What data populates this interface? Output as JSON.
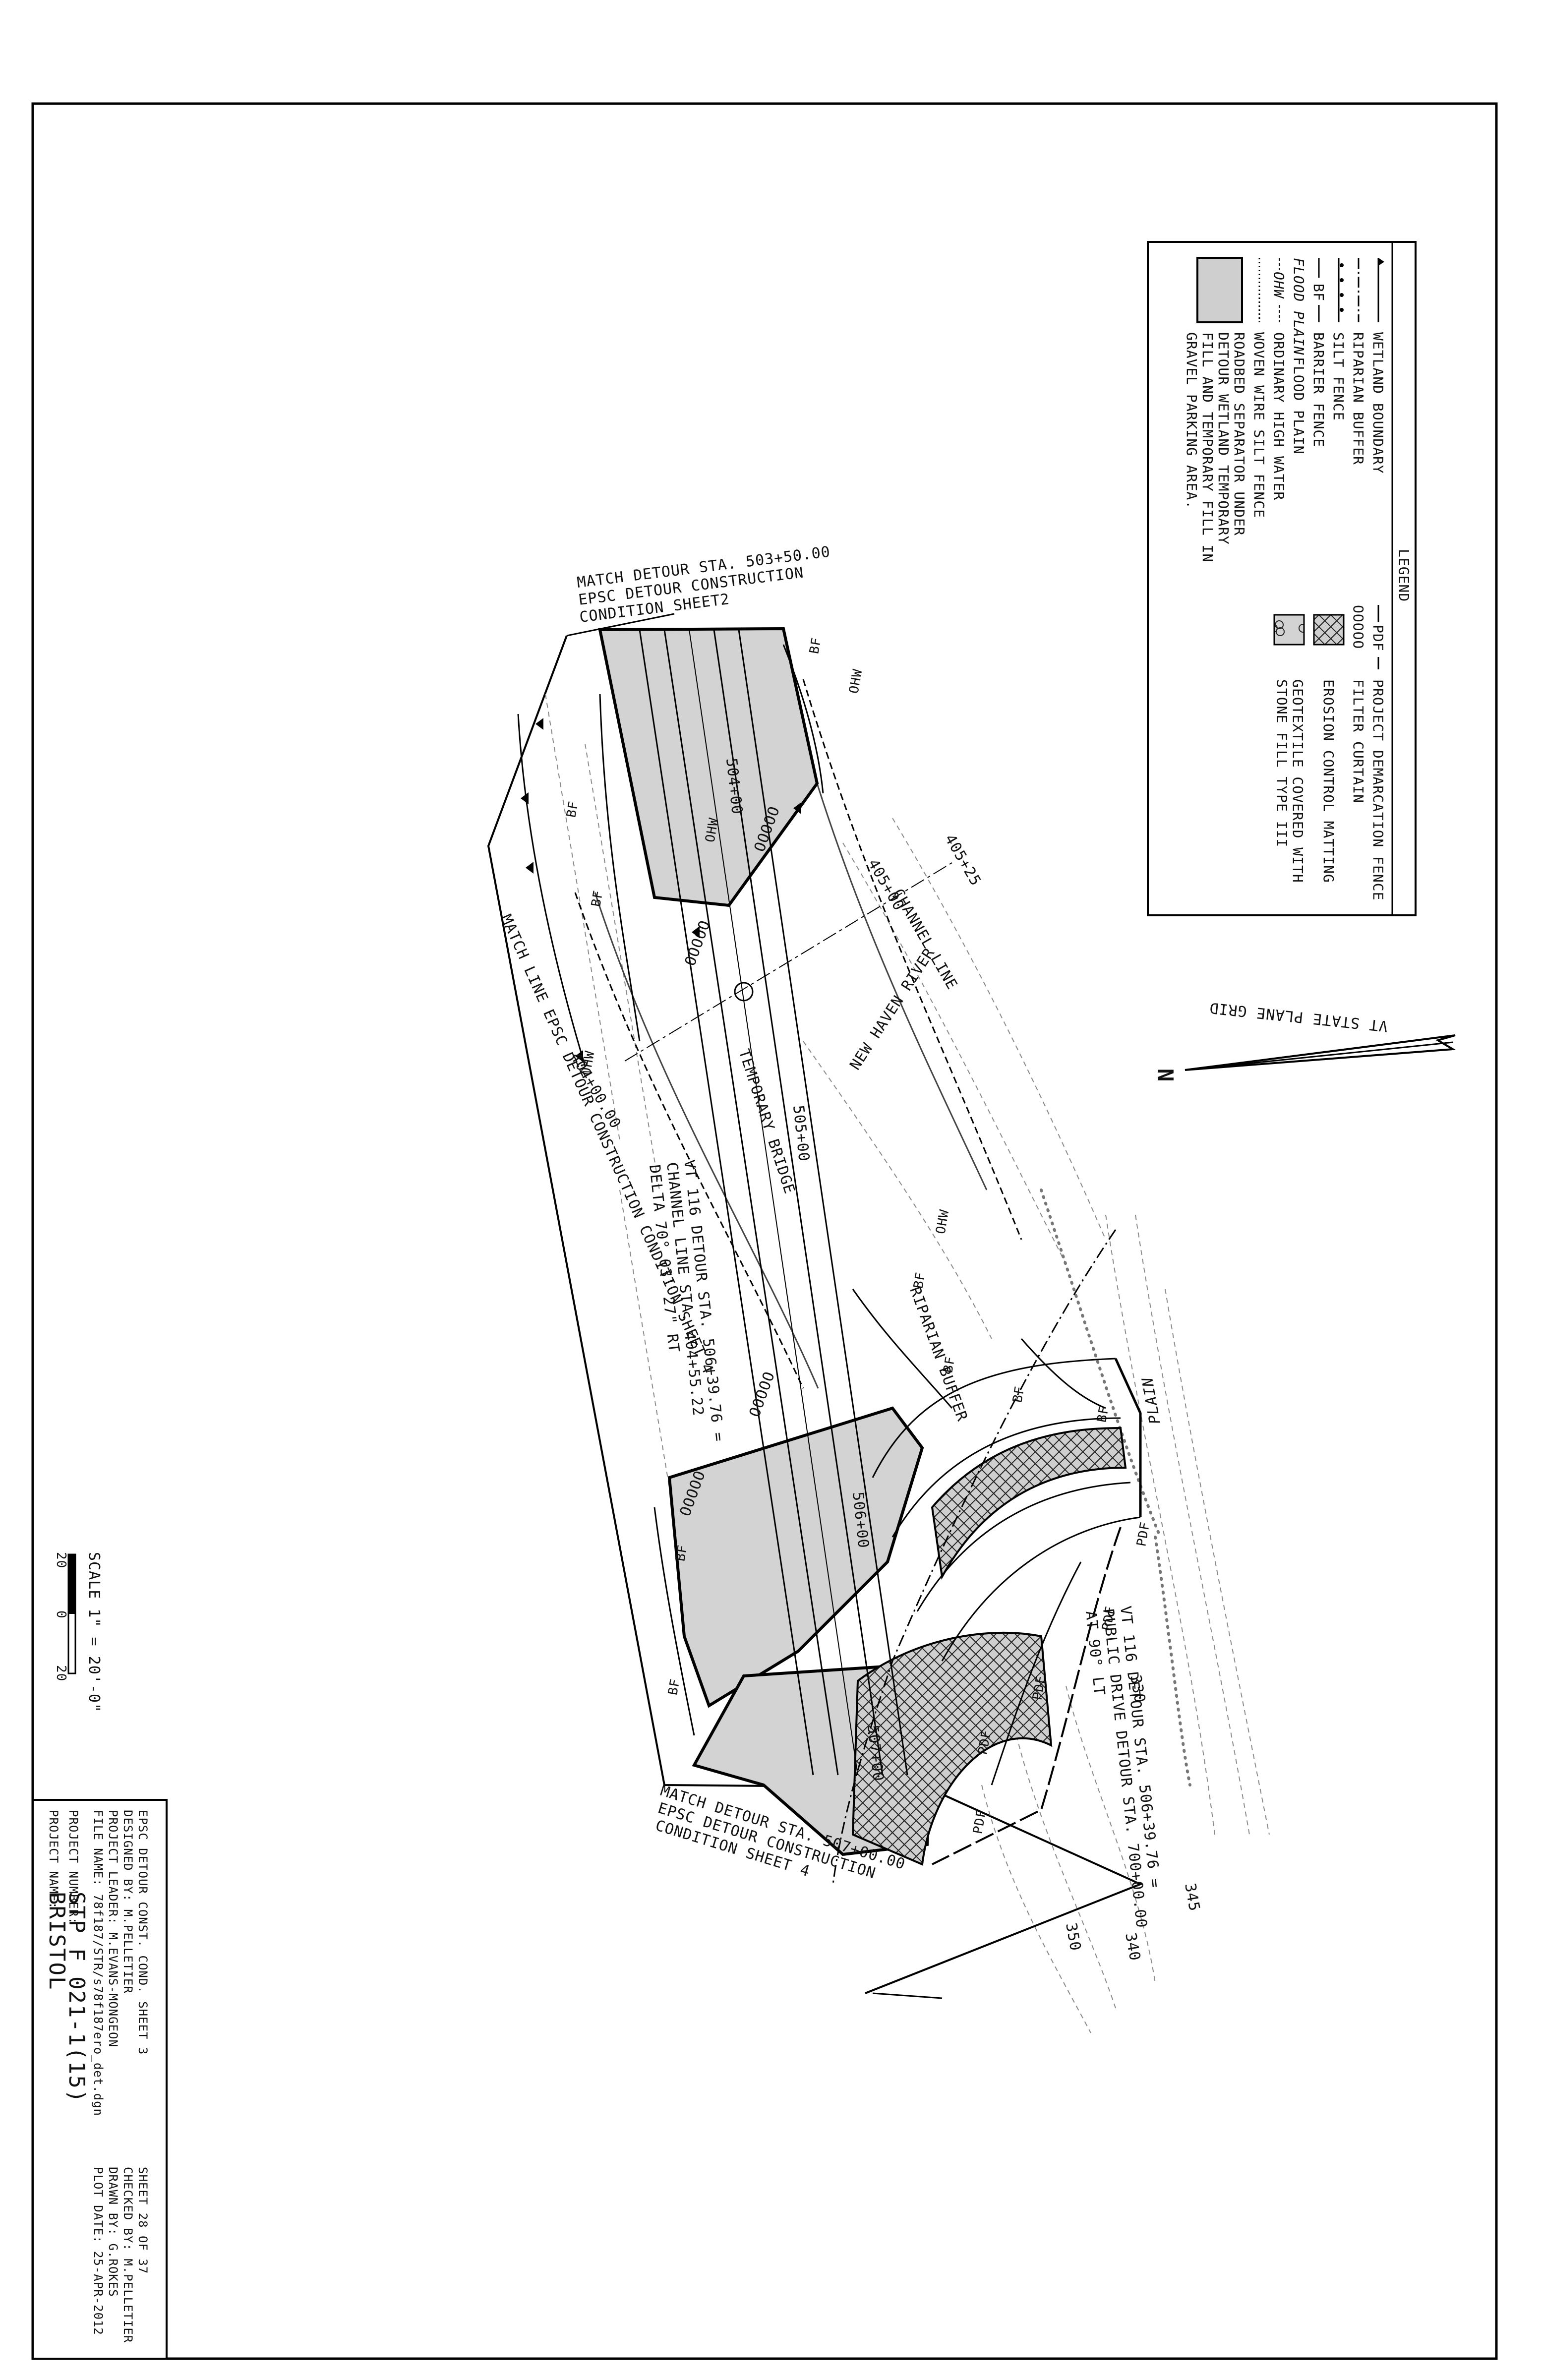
{
  "legend": {
    "title": "LEGEND",
    "items": [
      {
        "symbol": "wetland-boundary",
        "text": "WETLAND BOUNDARY"
      },
      {
        "symbol": "riparian-buffer",
        "text": "RIPARIAN BUFFER"
      },
      {
        "symbol": "silt-fence",
        "text": "SILT FENCE"
      },
      {
        "symbol": "barrier-fence",
        "text": "BARRIER FENCE"
      },
      {
        "symbol": "flood-plain",
        "text": "FLOOD PLAIN"
      },
      {
        "symbol": "ordinary-high-water",
        "text": "ORDINARY HIGH WATER"
      },
      {
        "symbol": "woven-wire-silt-fence",
        "text": "WOVEN WIRE SILT FENCE"
      },
      {
        "symbol": "roadbed-separator",
        "text": "ROADBED SEPARATOR UNDER"
      },
      {
        "symbol": "",
        "text": "DETOUR WETLAND TEMPORARY"
      },
      {
        "symbol": "",
        "text": "FILL AND TEMPORARY FILL IN"
      },
      {
        "symbol": "",
        "text": "GRAVEL PARKING AREA."
      }
    ],
    "items_right": [
      {
        "symbol": "project-demarcation-fence",
        "text": "PROJECT DEMARCATION FENCE"
      },
      {
        "symbol": "filter-curtain",
        "text": "FILTER CURTAIN"
      },
      {
        "symbol": "erosion-control-matting",
        "text": "EROSION CONTROL MATTING"
      },
      {
        "symbol": "geotextile-stone-fill",
        "text": "GEOTEXTILE COVERED WITH"
      },
      {
        "symbol": "",
        "text": "STONE FILL TYPE III"
      }
    ],
    "codes": {
      "pdf": "PDF",
      "bf": "BF",
      "ohw": "OHW",
      "flood": "FLOOD PLAIN",
      "curtain": "OOOOO"
    }
  },
  "north": {
    "letter": "N",
    "grid_label": "VT STATE PLANE GRID"
  },
  "labels": {
    "match_top_1": "MATCH DETOUR STA. 503+50.00",
    "match_top_2": "EPSC DETOUR CONSTRUCTION",
    "match_top_3": "CONDITION SHEET2",
    "match_line": "MATCH LINE EPSC DETOUR CONSTRUCTION CONDITION SHEET 4",
    "match_bottom_1": "MATCH DETOUR STA. 507+00.00",
    "match_bottom_2": "EPSC DETOUR CONSTRUCTION",
    "match_bottom_3": "CONDITION SHEET 4",
    "channel_line": "CHANNEL LINE",
    "sta_40525": "405+25",
    "sta_40500": "405+00",
    "sta_40400": "404+00.00",
    "river": "NEW HAVEN RIVER",
    "temp_bridge": "TEMPORARY BRIDGE",
    "vt116_a1": "VT 116 DETOUR STA. 506+39.76 =",
    "vt116_a2": "CHANNEL LINE STA. 404+55.22",
    "vt116_a3": "DELTA 70° 03' 27\" RT",
    "vt116_b1": "VT 116 DETOUR STA. 506+39.76 =",
    "vt116_b2": "PUBLIC DRIVE DETOUR STA. 700+00.00",
    "vt116_b3": "AT 90° LT",
    "riparian": "RIPARIAN BUFFER",
    "plain": "PLAIN",
    "sta_504": "504+00",
    "sta_505": "505+00",
    "sta_506": "506+00",
    "sta_507": "507+00",
    "contour_330": "330",
    "contour_345": "345",
    "contour_340": "340",
    "contour_350": "350"
  },
  "scale": {
    "label": "SCALE 1\" = 20'-0\"",
    "left": "20",
    "mid": "0",
    "right": "20"
  },
  "title_block": {
    "project_name_label": "PROJECT NAME:",
    "project_name": "BRISTOL",
    "project_number_label": "PROJECT NUMBER:",
    "project_number": "STP F 021-1(15)",
    "file_name": "FILE NAME: 78f187/STR/s78f187ero_det.dgn",
    "plot_date": "PLOT DATE: 25-APR-2012",
    "project_leader": "PROJECT LEADER: M.EVANS-MONGEON",
    "drawn_by": "DRAWN BY:    G.ROKES",
    "designed_by": "DESIGNED BY:    M.PELLETIER",
    "checked_by": "CHECKED BY: M.PELLETIER",
    "sheet_title": "EPSC DETOUR CONST. COND. SHEET 3",
    "sheet_no": "SHEET   28   OF   37"
  }
}
